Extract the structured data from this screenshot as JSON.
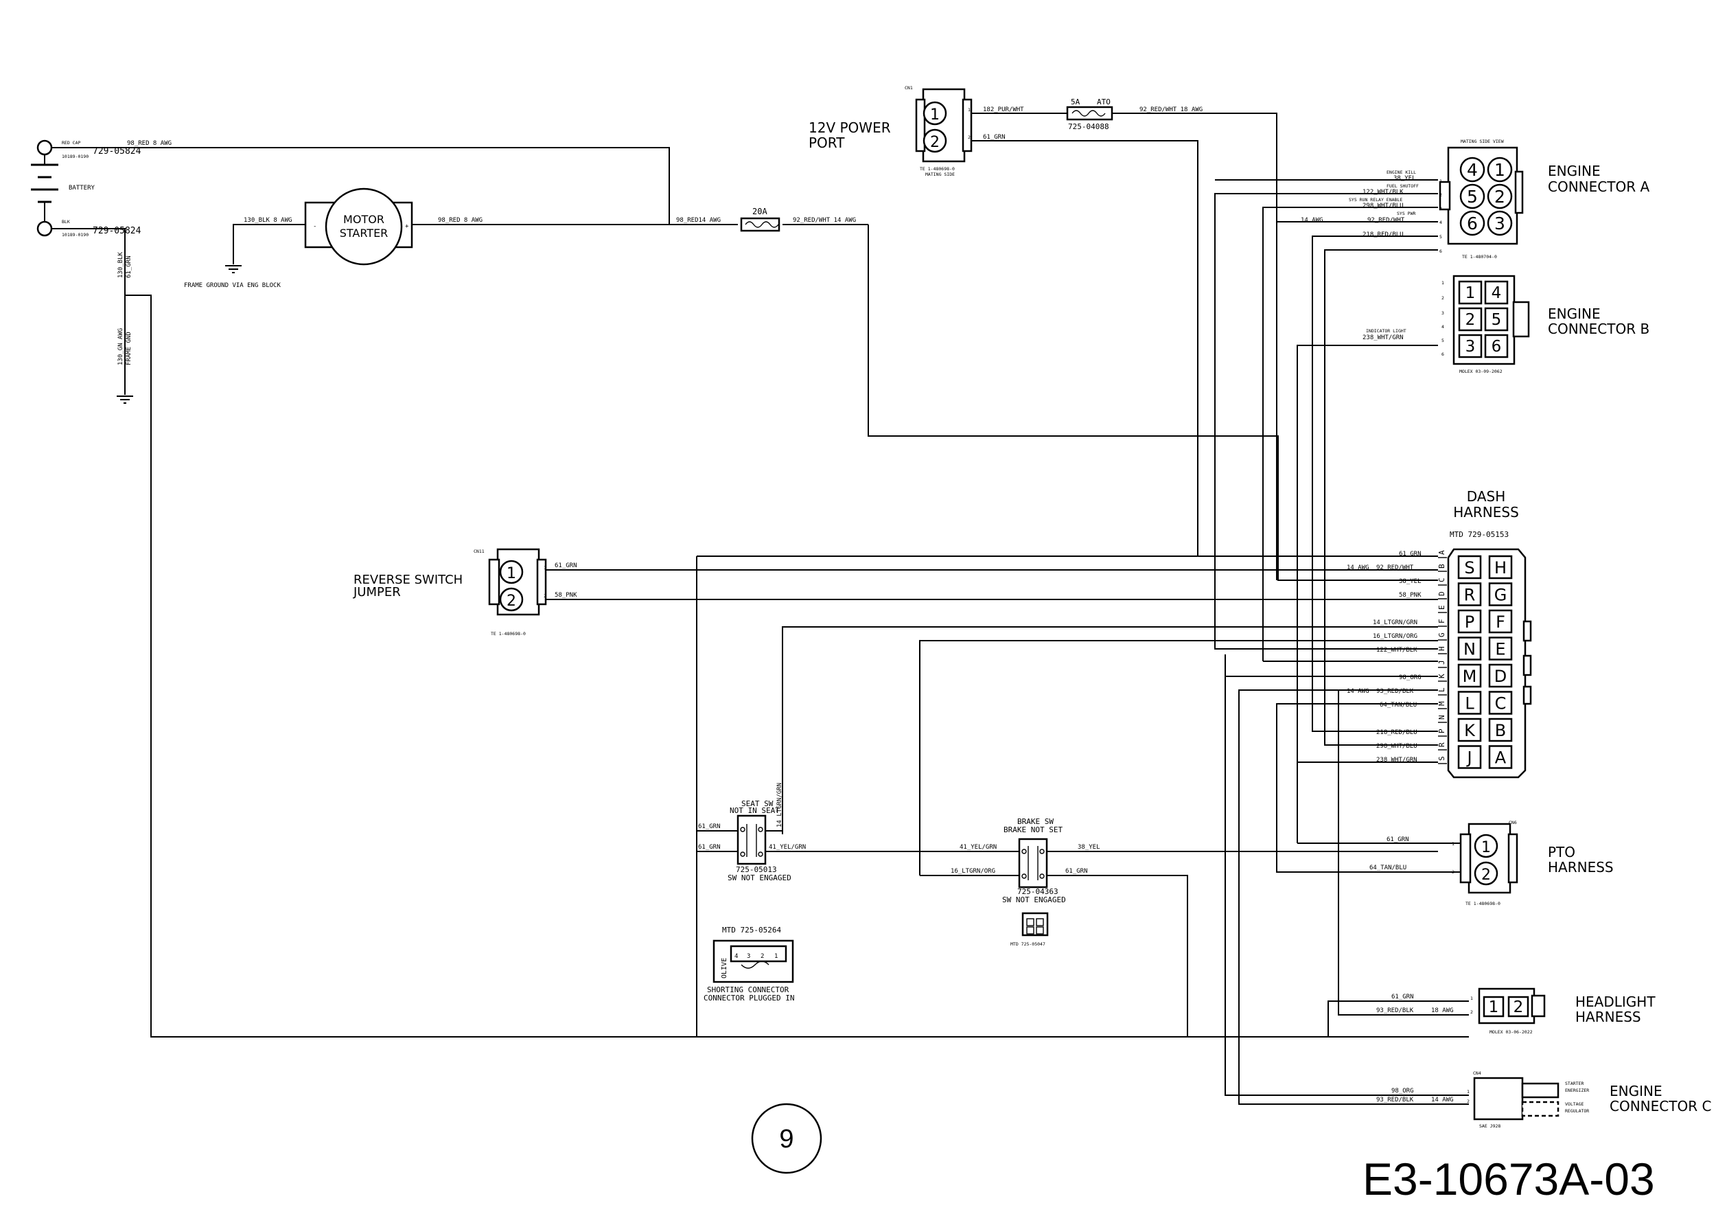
{
  "diagram": {
    "doc_number": "E3-10673A-03",
    "page_number": "9",
    "battery": {
      "label": "BATTERY",
      "pos_cable": "729-05824",
      "neg_cable": "729-05824",
      "pos_small": "RED CAP",
      "neg_small": "BLK",
      "pos_part": "10189-0190",
      "neg_part": "10189-0190"
    },
    "motor_starter": {
      "line1": "MOTOR",
      "line2": "STARTER",
      "minus": "-",
      "plus": "+"
    },
    "power_port": {
      "line1": "12V POWER",
      "line2": "PORT",
      "conn": "CN1",
      "tag": "TE 1-480698-0",
      "tag2": "MATING SIDE"
    },
    "fuse_5a": {
      "rating": "5A",
      "type": "ATO",
      "part": "725-04088"
    },
    "fuse_20a": {
      "rating": "20A"
    },
    "engine_a": {
      "line1": "ENGINE",
      "line2": "CONNECTOR A",
      "pins": [
        "4",
        "1",
        "5",
        "2",
        "6",
        "3"
      ],
      "tag": "TE 1-480704-0",
      "top": "MATING SIDE VIEW"
    },
    "engine_b": {
      "line1": "ENGINE",
      "line2": "CONNECTOR B",
      "pins": [
        "1",
        "4",
        "2",
        "5",
        "3",
        "6"
      ],
      "tag": "MOLEX 03-09-2062"
    },
    "dash": {
      "line1": "DASH",
      "line2": "HARNESS",
      "part": "MTD 729-05153",
      "letters_left": [
        "S",
        "R",
        "P",
        "N",
        "M",
        "L",
        "K",
        "J"
      ],
      "letters_right": [
        "H",
        "G",
        "F",
        "E",
        "D",
        "C",
        "B",
        "A"
      ],
      "rows": [
        "A",
        "B",
        "C",
        "D",
        "E",
        "F",
        "G",
        "H",
        "J",
        "K",
        "L",
        "M",
        "N",
        "P",
        "R",
        "S"
      ]
    },
    "reverse": {
      "line1": "REVERSE SWITCH",
      "line2": "JUMPER",
      "conn": "CN11",
      "tag": "TE 1-480698-0"
    },
    "pto": {
      "line1": "PTO",
      "line2": "HARNESS",
      "conn": "CN6",
      "tag": "TE 1-480698-0"
    },
    "headlight": {
      "line1": "HEADLIGHT",
      "line2": "HARNESS",
      "tag": "MOLEX 03-06-2022"
    },
    "engine_c": {
      "line1": "ENGINE",
      "line2": "CONNECTOR C",
      "conn": "CN4",
      "tag": "SAE J928",
      "p1a": "STARTER",
      "p1b": "ENERGIZER",
      "p2a": "VOLTAGE",
      "p2b": "REGULATOR"
    },
    "seat_sw": {
      "line1": "SEAT SW",
      "line2": "NOT IN SEAT",
      "part": "725-05013",
      "state": "SW NOT ENGAGED"
    },
    "brake_sw": {
      "line1": "BRAKE SW",
      "line2": "BRAKE NOT SET",
      "part": "725-04363",
      "state": "SW NOT ENGAGED",
      "plug": "MTD 725-05047"
    },
    "shorting": {
      "part": "MTD 725-05264",
      "line1": "SHORTING CONNECTOR",
      "line2": "CONNECTOR PLUGGED IN",
      "color": "OLIVE",
      "pins": [
        "4",
        "3",
        "2",
        "1"
      ]
    },
    "ground": {
      "frame": "FRAME GROUND VIA ENG BLOCK",
      "g1": "130_BLK 8 AWG",
      "g2a": "130_BLK",
      "g2b": "61_GRN",
      "g3a": "130_GN AWG",
      "g3b": "FRAME GND"
    },
    "wires": {
      "red8a": "98_RED 8 AWG",
      "red8b": "98_RED 8 AWG",
      "red14": "98_RED14 AWG",
      "red_wht14": "92_RED/WHT 14 AWG",
      "pur_wht": "182_PUR/WHT",
      "red_wht18": "92_RED/WHT 18 AWG",
      "grn_pp": "61_GRN",
      "ea1": "38_YEL",
      "ea1b": "ENGINE KILL",
      "ea2": "122_WHT/BLK",
      "ea2b": "FUEL SHUTOFF",
      "ea3": "298_WHT/BLU",
      "ea3b": "SYS RUN RELAY ENABLE",
      "ea4": "92_RED/WHT",
      "ea4b": "SYS PWR",
      "ea4c": "14 AWG",
      "ea5": "218_RED/BLU",
      "eb1": "238_WHT/GRN",
      "eb1b": "INDICATOR LIGHT",
      "rev1": "61_GRN",
      "rev2": "58_PNK",
      "d_a": "61_GRN",
      "d_b": "92_RED/WHT",
      "d_b2": "14 AWG",
      "d_c": "38_YEL",
      "d_d": "58_PNK",
      "d_f": "14_LTGRN/GRN",
      "d_g": "16_LTGRN/ORG",
      "d_h": "122_WHT/BLK",
      "d_k": "98_ORG",
      "d_l": "93_RED/BLK",
      "d_l2": "14 AWG",
      "d_m": "64_TAN/BLU",
      "d_p": "218_RED/BLU",
      "d_r": "298_WHT/BLU",
      "d_s": "238_WHT/GRN",
      "seat_a": "61_GRN",
      "seat_b": "61_GRN",
      "seat_c": "41_YEL/GRN",
      "seat_d": "14_LTGRN/GRN",
      "brk_a": "41_YEL/GRN",
      "brk_b": "16_LTGRN/ORG",
      "brk_c": "38_YEL",
      "brk_d": "61_GRN",
      "pto1": "61_GRN",
      "pto2": "64_TAN/BLU",
      "hl1": "61_GRN",
      "hl2": "93_RED/BLK",
      "hl2b": "18 AWG",
      "ec1": "98_ORG",
      "ec2": "93_RED/BLK",
      "ec2b": "14 AWG"
    }
  }
}
